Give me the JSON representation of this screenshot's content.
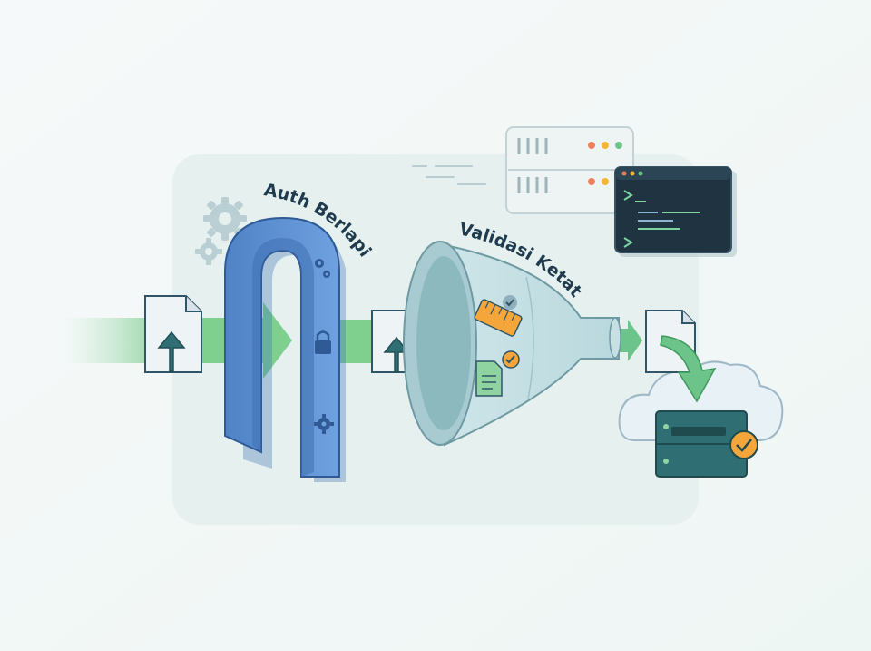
{
  "labels": {
    "auth": "Auth Berlapis",
    "validation": "Validasi Ketat"
  },
  "icons": {
    "upload_file_1": "file-upload-icon",
    "upload_file_2": "file-upload-icon",
    "final_file": "file-icon",
    "arch": "auth-arch",
    "lock": "lock-icon",
    "gear": "gear-icon",
    "funnel": "validation-funnel",
    "ruler": "ruler-icon",
    "check": "check-icon",
    "document": "document-icon",
    "cloud": "cloud-icon",
    "server_rack": "server-rack-icon",
    "terminal": "terminal-window-icon",
    "storage": "storage-server-icon"
  },
  "colors": {
    "accent_blue": "#5b8fd6",
    "accent_green": "#5fbf73",
    "teal_dark": "#2f6f73",
    "orange": "#f4a63a",
    "panel": "#e6f1ef",
    "terminal_bg": "#1f3341"
  }
}
